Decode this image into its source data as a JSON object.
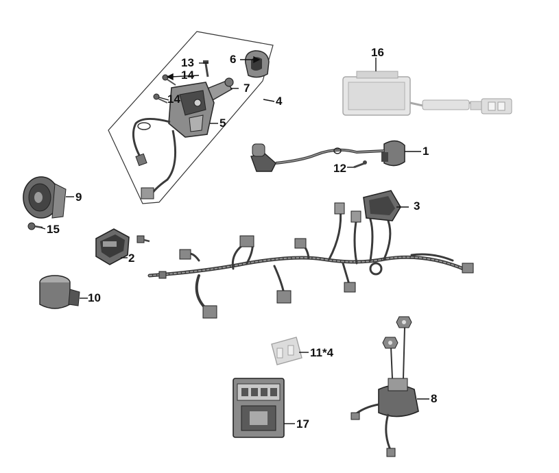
{
  "colors": {
    "ink": "#111111",
    "part": "#7a7a7a",
    "part_dark": "#3a3a3a",
    "part_light": "#c8c8c8",
    "wire": "#555555"
  },
  "callouts": {
    "c1": "1",
    "c2": "2",
    "c3": "3",
    "c4": "4",
    "c5": "5",
    "c6": "6",
    "c7": "7",
    "c8": "8",
    "c9": "9",
    "c10": "10",
    "c11": "11*4",
    "c12": "12",
    "c13": "13",
    "c14a": "14",
    "c14b": "14",
    "c15": "15",
    "c16": "16",
    "c17": "17"
  }
}
